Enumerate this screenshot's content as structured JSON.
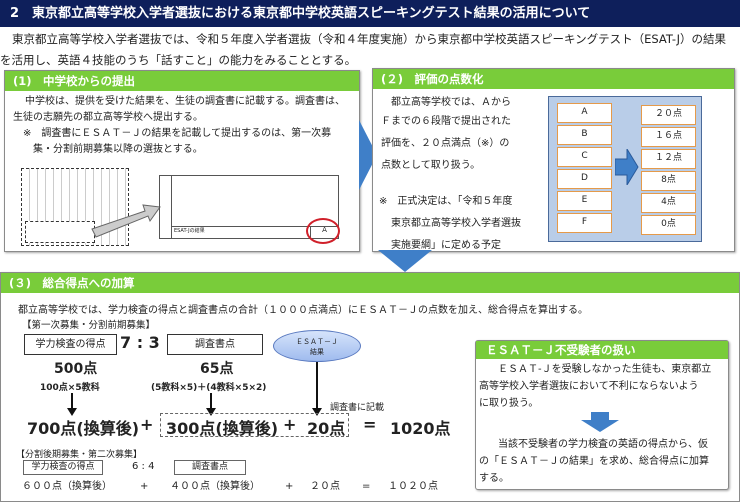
{
  "title": "2　東京都立高等学校入学者選抜における東京都中学校英語スピーキングテスト結果の活用について",
  "intro": [
    "東京都立高等学校入学者選抜では、令和５年度入学者選抜（令和４年度実施）から東京都中学校英語スピーキングテスト（ESAT-J）の結果",
    "を活用し、英語４技能のうち「話すこと」の能力をみることとする。"
  ],
  "section1": {
    "heading": "(1)　中学校からの提出",
    "lines": [
      "中学校は、提供を受けた結果を、生徒の調査書に記載する。調査書は、",
      "生徒の志願先の都立高等学校へ提出する。",
      "※　調査書にＥＳＡＴ－Ｊの結果を記載して提出するのは、第一次募",
      "集・分割前期募集以降の選抜とする。"
    ],
    "form_label": "ESAT-Jの結果",
    "form_grade": "A"
  },
  "section2": {
    "heading": "(２)　評価の点数化",
    "lines": [
      "都立高等学校では、Ａから",
      "Ｆまでの６段階で提出された",
      "評価を、２０点満点（※）の",
      "点数として取り扱う。"
    ],
    "note": [
      "※　正式決定は、「令和５年度",
      "東京都立高等学校入学者選抜",
      "実施要綱」に定める予定"
    ],
    "grades": [
      "A",
      "B",
      "C",
      "D",
      "E",
      "F"
    ],
    "points": [
      "２０点",
      "１６点",
      "１２点",
      "8点",
      "4点",
      "0点"
    ]
  },
  "section3": {
    "heading": "(３)　総合得点への加算",
    "lead": "都立高等学校では、学力検査の得点と調査書点の合計（１０００点満点）にＥＳＡＴ－Ｊの点数を加え、総合得点を算出する。",
    "first": {
      "label": "【第一次募集・分割前期募集】",
      "exam": "学力検査の得点",
      "ratio": "7 : 3",
      "report": "調査書点",
      "esat": "ＥＳＡＴ－Ｊ",
      "esat_sub": "結果",
      "exam_pts": "500点",
      "report_pts": "65点",
      "exam_calc": "100点×5教科",
      "report_calc": "(5教科×5)＋(4教科×5×2)",
      "note": "調査書に記載",
      "a": "700点(換算後)",
      "plus1": "+",
      "b": "300点(換算後)",
      "plus2": "+",
      "c": "20点",
      "eq": "=",
      "total": "1020点"
    },
    "second": {
      "label": "【分割後期募集・第二次募集】",
      "exam": "学力検査の得点",
      "ratio": "6 : 4",
      "report": "調査書点",
      "a": "６００点（換算後）",
      "plus1": "+",
      "b": "４００点（換算後）",
      "plus2": "+",
      "c": "２０点",
      "eq": "=",
      "total": "１０２０点"
    },
    "nontaker": {
      "heading": "ＥＳＡＴ－Ｊ不受験者の扱い",
      "p1": [
        "ＥＳＡＴ-Ｊを受験しなかった生徒も、東京都立",
        "高等学校入学者選抜において不利にならないよう",
        "に取り扱う。"
      ],
      "p2": [
        "当該不受験者の学力検査の英語の得点から、仮",
        "の「ＥＳＡＴ－Ｊの結果」を求め、総合得点に加算",
        "する。"
      ]
    }
  },
  "colors": {
    "title_bg": "#0e1f5b",
    "green": "#79cc3a",
    "blue_arrow": "#3f7fc8",
    "orange": "#e59a4a",
    "red_circle": "#d0202a"
  }
}
